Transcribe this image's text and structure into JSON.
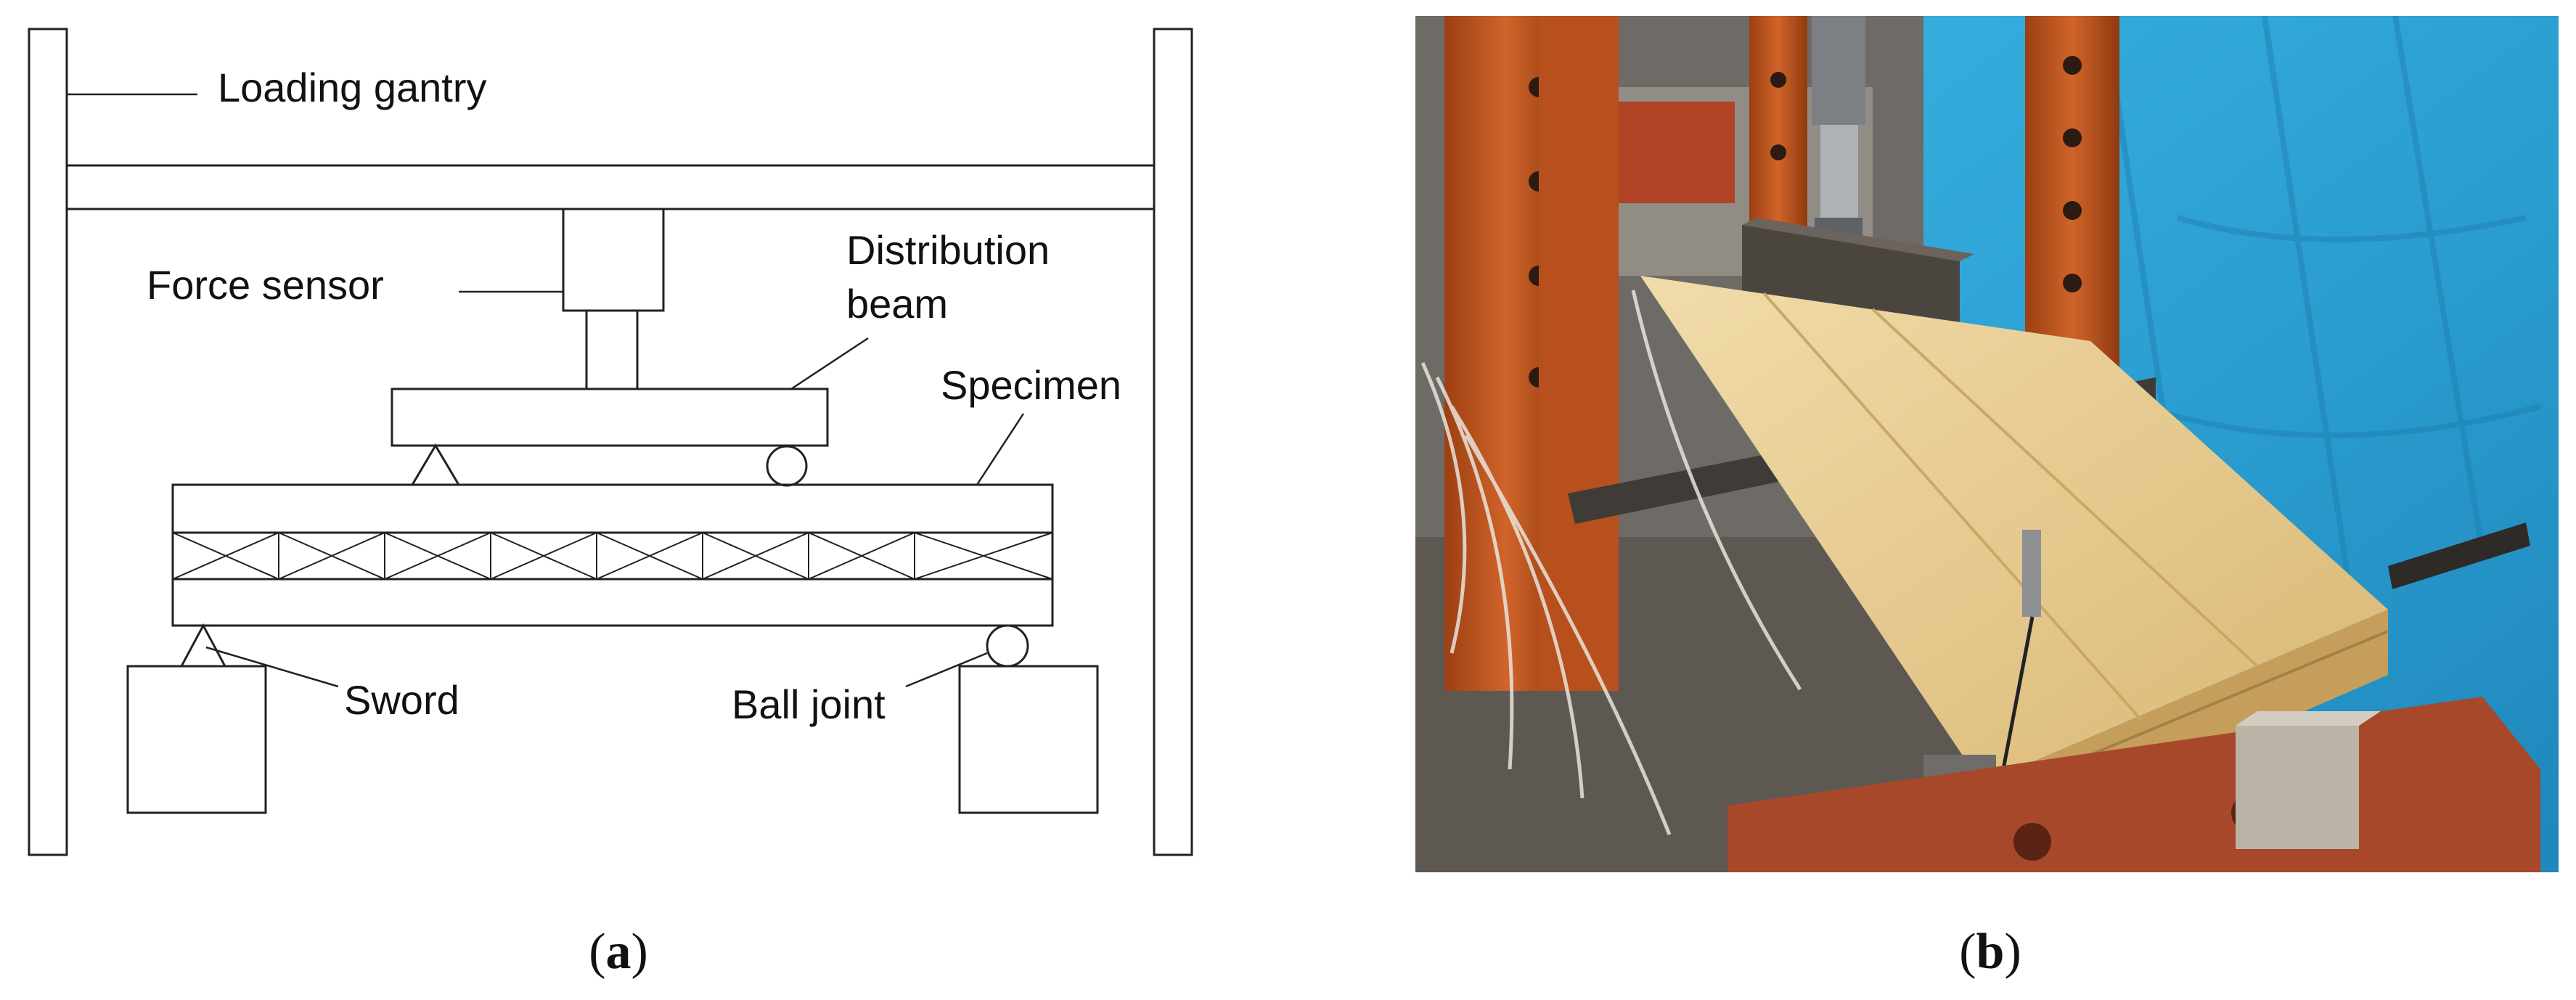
{
  "panel_a": {
    "labels": {
      "loading_gantry": "Loading gantry",
      "force_sensor": "Force sensor",
      "distribution_line1": "Distribution",
      "distribution_line2": "beam",
      "specimen": "Specimen",
      "sword": "Sword",
      "ball_joint": "Ball joint"
    },
    "caption_letter": "a"
  },
  "panel_b": {
    "caption_letter": "b",
    "colors": {
      "background_tarp": "#2fa6d8",
      "steel_frame": "#c4561b",
      "timber": "#e9cf93",
      "base_block": "#a8482a"
    }
  }
}
